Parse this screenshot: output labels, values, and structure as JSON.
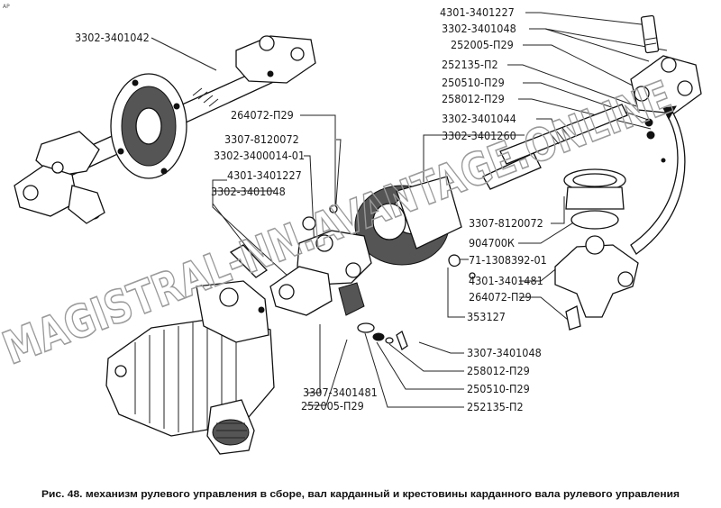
{
  "figure": {
    "corner_mark": "АР",
    "caption": "Рис. 48. механизм рулевого управления в сборе, вал карданный и крестовины карданного вала рулевого управления",
    "watermark": "MAGISTRAL-NN.AVANTAGE.ONLINE"
  },
  "callouts": [
    "3302-3401042",
    "264072-П29",
    "3307-8120072",
    "3302-3400014-01",
    "4301-3401227",
    "3302-3401048",
    "3307-3401481",
    "252005-П29",
    "4301-3401227",
    "3302-3401048",
    "252005-П29",
    "252135-П2",
    "250510-П29",
    "258012-П29",
    "3302-3401044",
    "3302-3401260",
    "3307-8120072",
    "904700К",
    "71-1308392-01",
    "4301-3401481",
    "264072-П29",
    "353127",
    "3307-3401048",
    "258012-П29",
    "250510-П29",
    "252135-П2"
  ]
}
